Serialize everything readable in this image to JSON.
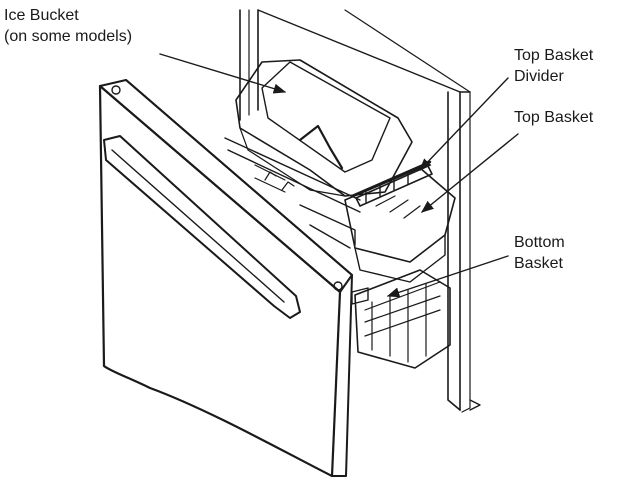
{
  "labels": {
    "ice_bucket_line1": "Ice Bucket",
    "ice_bucket_line2": "(on some models)",
    "divider_line1": "Top Basket",
    "divider_line2": "Divider",
    "top_basket": "Top Basket",
    "bottom_basket_line1": "Bottom",
    "bottom_basket_line2": "Basket"
  },
  "colors": {
    "line": "#1a1a1a",
    "fill_light": "#f4f4f4",
    "fill_mid": "#e6e6e6",
    "fill_dark": "#cfcfcf"
  }
}
